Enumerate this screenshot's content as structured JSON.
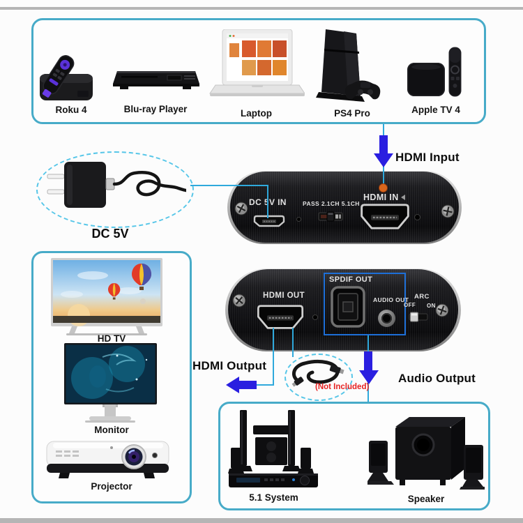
{
  "sources": {
    "items": [
      {
        "label": "Roku 4"
      },
      {
        "label": "Blu-ray Player"
      },
      {
        "label": "Laptop"
      },
      {
        "label": "PS4 Pro"
      },
      {
        "label": "Apple TV 4"
      }
    ]
  },
  "power": {
    "label": "DC 5V"
  },
  "front_panel": {
    "dc_in": "DC 5V IN",
    "pass_switch": "PASS 2.1CH 5.1CH",
    "hdmi_in": "HDMI IN"
  },
  "back_panel": {
    "hdmi_out": "HDMI OUT",
    "spdif_out": "SPDIF OUT",
    "audio_out": "AUDIO OUT",
    "arc": "ARC",
    "arc_off": "OFF",
    "arc_on": "ON"
  },
  "flows": {
    "hdmi_input": "HDMI Input",
    "hdmi_output": "HDMI Output",
    "audio_output": "Audio Output",
    "not_included": "(Not Included)"
  },
  "displays": {
    "items": [
      {
        "label": "HD TV"
      },
      {
        "label": "Monitor"
      },
      {
        "label": "Projector"
      }
    ]
  },
  "audio_outputs": {
    "items": [
      {
        "label": "5.1 System"
      },
      {
        "label": "Speaker"
      }
    ]
  },
  "colors": {
    "box_border": "#47abc8",
    "connector_line": "#2fa9dc",
    "arrow_blue": "#2a1fe0",
    "spdif_highlight": "#1d6fd8",
    "hdmi_in_marker_dot": "#d9661c",
    "not_included_red": "#e62222"
  }
}
